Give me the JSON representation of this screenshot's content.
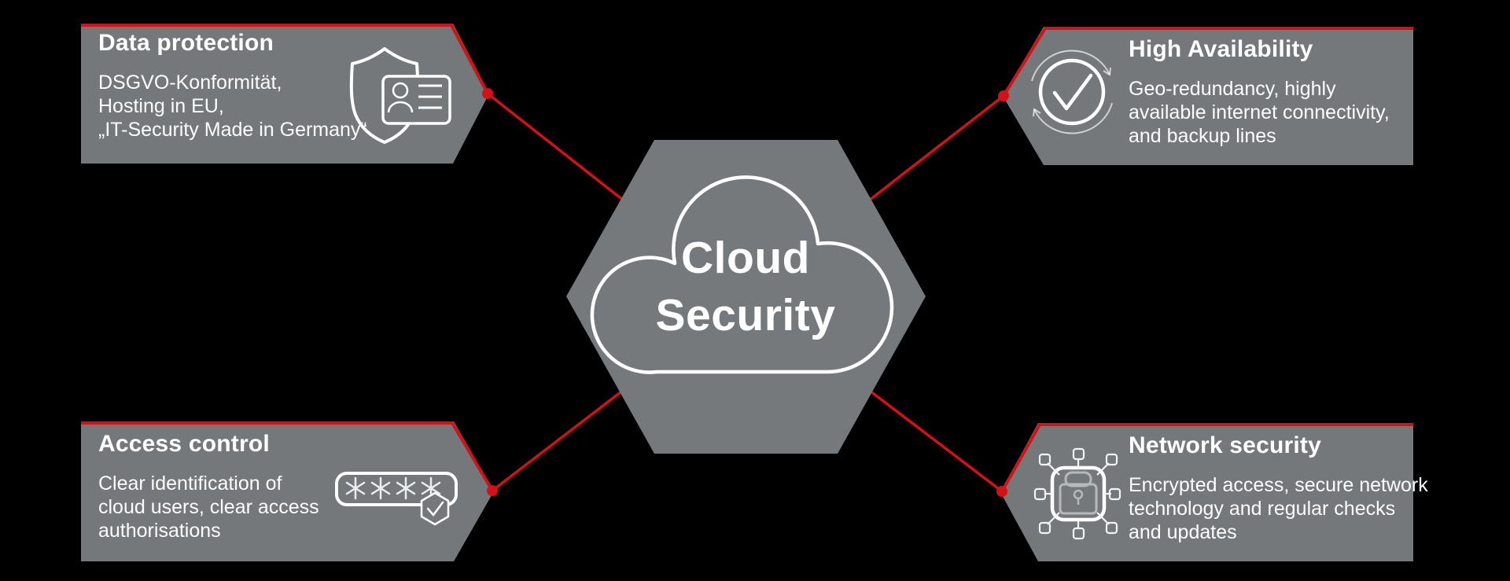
{
  "diagram": {
    "title": "Cloud Security",
    "center": {
      "line1": "Cloud",
      "line2": "Security"
    },
    "colors": {
      "background": "#000000",
      "box_gray": "#75787b",
      "hexagon_gray": "#76797c",
      "accent_red": "#d51118",
      "text": "#ffffff"
    },
    "nodes": [
      {
        "id": "data-protection",
        "position": "top-left",
        "icon": "shield-id-card-icon",
        "title": "Data protection",
        "lines": [
          "DSGVO-Konformität,",
          "Hosting in EU,",
          "„IT-Security Made in Germany“"
        ]
      },
      {
        "id": "high-availability",
        "position": "top-right",
        "icon": "check-circle-sync-icon",
        "title": "High Availability",
        "lines": [
          "Geo-redundancy, highly",
          "available internet connectivity,",
          "and backup lines"
        ]
      },
      {
        "id": "access-control",
        "position": "bottom-left",
        "icon": "password-asterisks-icon",
        "title": "Access control",
        "lines": [
          "Clear identification of",
          "cloud users, clear access",
          "authorisations"
        ]
      },
      {
        "id": "network-security",
        "position": "bottom-right",
        "icon": "network-lock-icon",
        "title": "Network security",
        "lines": [
          "Encrypted access, secure network",
          "technology and regular checks",
          "and updates"
        ]
      }
    ]
  }
}
